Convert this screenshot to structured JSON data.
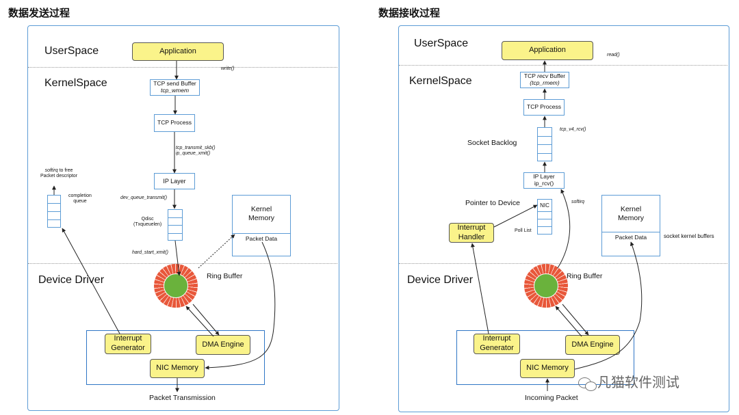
{
  "send": {
    "title": "数据发送过程",
    "layers": {
      "user": "UserSpace",
      "kernel": "KernelSpace",
      "driver": "Device Driver"
    },
    "application": "Application",
    "write_label": "write()",
    "send_buffer": {
      "line1": "TCP send Buffer",
      "line2": "tcp_wmem"
    },
    "tcp_process": "TCP Process",
    "transmit_label": {
      "line1": "tcp_transmit_skb()",
      "line2": "ip_queue_xmit()"
    },
    "ip_layer": "IP Layer",
    "dev_queue_label": "dev_queue_transmit()",
    "qdisc": {
      "line1": "Qdisc",
      "line2": "(Txqueuelen)"
    },
    "hard_start_label": "hard_start_xmit()",
    "softirq": {
      "italic": "softirq",
      "rest": " to free",
      "line2": "Packet descriptor"
    },
    "completion_queue": {
      "line1": "completion",
      "line2": "queue"
    },
    "kernel_memory": {
      "line1": "Kernel",
      "line2": "Memory",
      "data": "Packet Data"
    },
    "ring_buffer": "Ring Buffer",
    "interrupt_gen": {
      "line1": "Interrupt",
      "line2": "Generator"
    },
    "dma_engine": "DMA Engine",
    "nic_memory": "NIC Memory",
    "bottom": "Packet Transmission"
  },
  "recv": {
    "title": "数据接收过程",
    "layers": {
      "user": "UserSpace",
      "kernel": "KernelSpace",
      "driver": "Device Driver"
    },
    "application": "Application",
    "read_label": "read()",
    "recv_buffer": {
      "line1a": "TCP ",
      "line1b": "recv",
      "line1c": " Buffer",
      "line2": "(tcp_rmem)"
    },
    "tcp_process": "TCP Process",
    "tcp_v4_label": "tcp_v4_rcv()",
    "socket_backlog": "Socket Backlog",
    "ip_layer": {
      "line1": "IP Layer",
      "line2": "ip_rcv()"
    },
    "pointer_label": "Pointer to Device",
    "nic": "NIC",
    "softirq": "softirq",
    "poll_list": "Poll List",
    "interrupt_handler": {
      "line1": "Interrupt",
      "line2": "Handler"
    },
    "kernel_memory": {
      "line1": "Kernel",
      "line2": "Memory",
      "data": "Packet Data"
    },
    "socket_buffers": "socket kernel buffers",
    "ring_buffer": "Ring Buffer",
    "interrupt_gen": {
      "line1": "Interrupt",
      "line2": "Generator"
    },
    "dma_engine": "DMA Engine",
    "nic_memory": "NIC Memory",
    "bottom": "Incoming Packet"
  },
  "watermark": "凡猫软件测试",
  "colors": {
    "panel_border": "#5b9bd5",
    "yellow": "#faf38a",
    "ring_outer": "#e8573a",
    "ring_core": "#6ab23c",
    "hw_border": "#2e75c5"
  }
}
